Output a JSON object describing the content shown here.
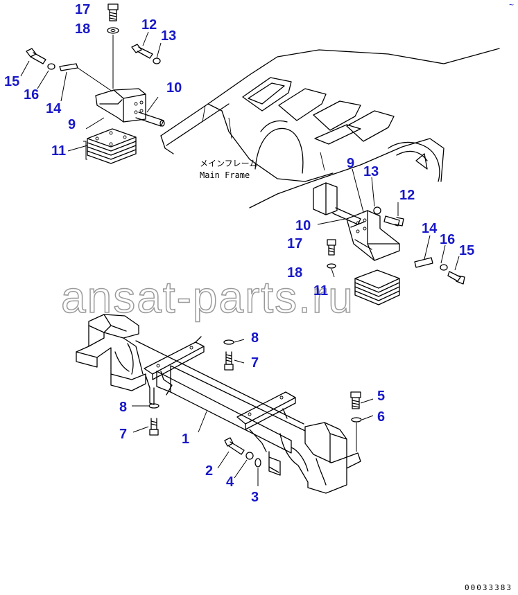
{
  "diagram": {
    "frame_label_jp": "メインフレーム",
    "frame_label_en": "Main Frame",
    "watermark": "ansat-parts.ru",
    "drawing_code": "00033383",
    "corner_mark": "~",
    "callouts": {
      "c1": "1",
      "c2": "2",
      "c3": "3",
      "c4": "4",
      "c5": "5",
      "c6": "6",
      "c7a": "7",
      "c7b": "7",
      "c8a": "8",
      "c8b": "8",
      "c9a": "9",
      "c9b": "9",
      "c10a": "10",
      "c10b": "10",
      "c11a": "11",
      "c11b": "11",
      "c12a": "12",
      "c12b": "12",
      "c13a": "13",
      "c13b": "13",
      "c14a": "14",
      "c14b": "14",
      "c15a": "15",
      "c15b": "15",
      "c16a": "16",
      "c16b": "16",
      "c17a": "17",
      "c17b": "17",
      "c18a": "18",
      "c18b": "18"
    },
    "accent_color": "#1818c8"
  }
}
